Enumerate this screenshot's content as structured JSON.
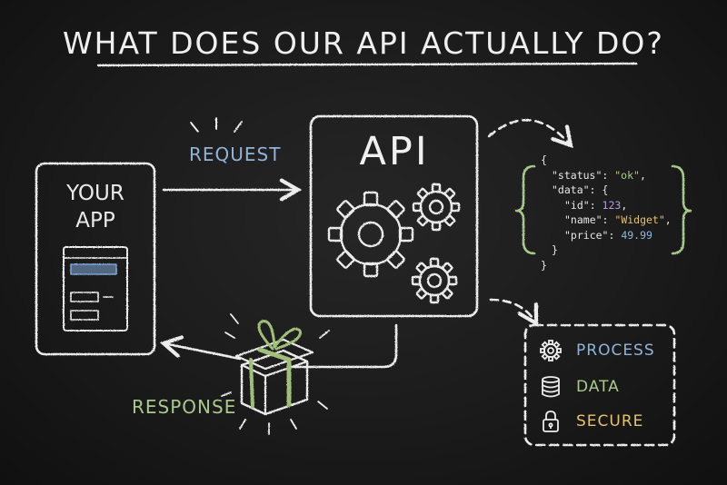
{
  "title": "WHAT DOES OUR API ACTUALLY DO?",
  "app": {
    "line1": "YOUR",
    "line2": "APP"
  },
  "api": {
    "label": "API"
  },
  "request": {
    "label": "REQUEST"
  },
  "response": {
    "label": "RESPONSE"
  },
  "json_response": {
    "line1": "{",
    "status_key": "\"status\": ",
    "status_val": "\"ok\"",
    "data_key": "\"data\": {",
    "id_key": "\"id\": ",
    "id_val": "123",
    "name_key": "\"name\": ",
    "name_val": "\"Widget\"",
    "price_key": "\"price\": ",
    "price_val": "49.99",
    "close_inner": "}",
    "close_outer": "}"
  },
  "capabilities": [
    {
      "label": "PROCESS",
      "icon": "gear-icon",
      "color": "#8fb4d8"
    },
    {
      "label": "DATA",
      "icon": "database-icon",
      "color": "#a9c98b"
    },
    {
      "label": "SECURE",
      "icon": "lock-icon",
      "color": "#e3c36c"
    }
  ],
  "colors": {
    "chalk": "#ececec",
    "request": "#8fb4d8",
    "response": "#a9c98b",
    "gift": "#9fbf7a",
    "ui_highlight": "#7fa6d6",
    "brace": "#a9c98b"
  }
}
